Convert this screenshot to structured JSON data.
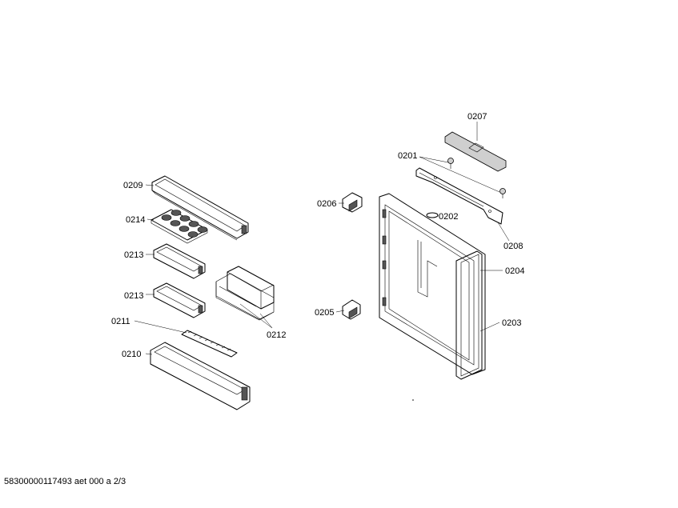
{
  "parts": {
    "p0209": "0209",
    "p0214": "0214",
    "p0213a": "0213",
    "p0213b": "0213",
    "p0211": "0211",
    "p0210": "0210",
    "p0212": "0212",
    "p0207": "0207",
    "p0201": "0201",
    "p0206": "0206",
    "p0202": "0202",
    "p0208": "0208",
    "p0204": "0204",
    "p0205": "0205",
    "p0203": "0203"
  },
  "footer": "58300000117493 aet 000 a 2/3"
}
